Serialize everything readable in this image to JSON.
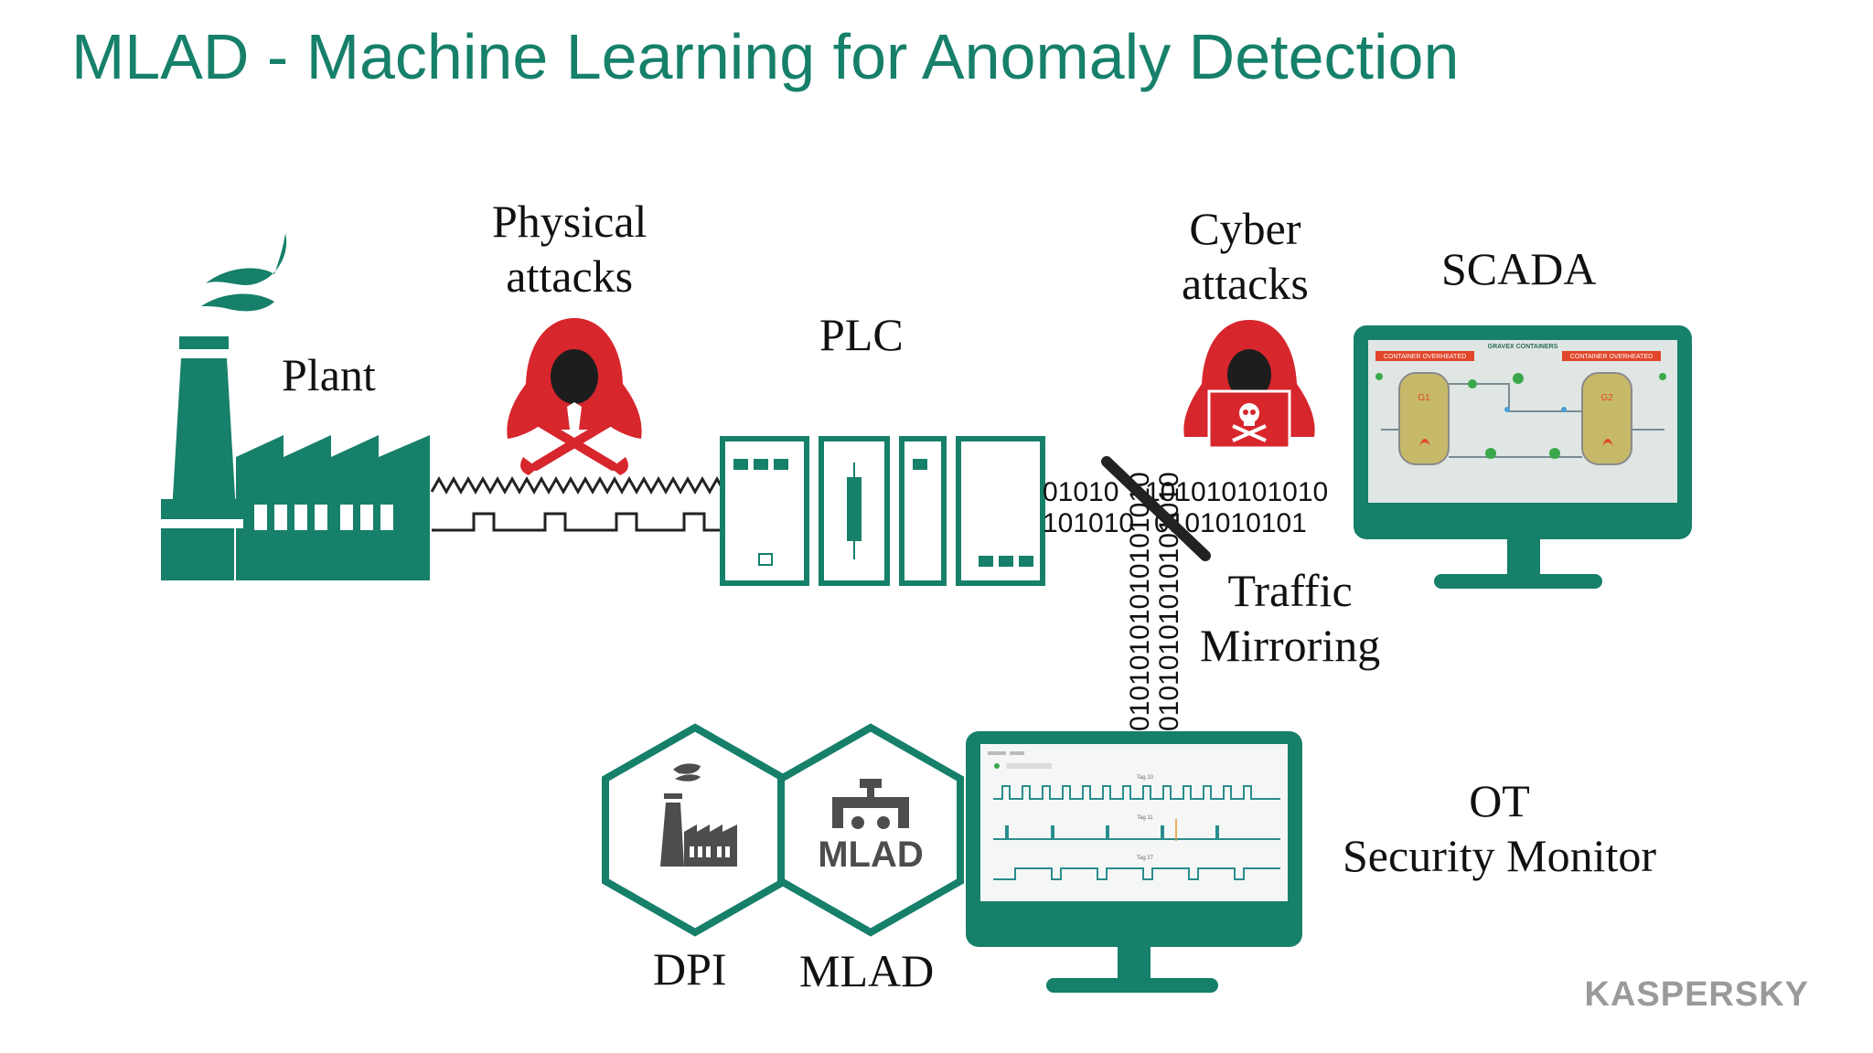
{
  "title": "MLAD - Machine Learning for Anomaly Detection",
  "labels": {
    "plant": "Plant",
    "physical_attacks": [
      "Physical",
      "attacks"
    ],
    "plc": "PLC",
    "cyber_attacks": [
      "Cyber",
      "attacks"
    ],
    "scada": "SCADA",
    "traffic_mirroring": [
      "Traffic",
      "Mirroring"
    ],
    "ot_security_monitor": [
      "OT",
      "Security Monitor"
    ],
    "dpi": "DPI",
    "mlad": "MLAD"
  },
  "binary": {
    "top_left": "01010",
    "top_right": "101010101010",
    "bottom_left": "101010",
    "bottom_right": "0101010101",
    "vertical_a": "01010101010101010",
    "vertical_b": "01010101010101010"
  },
  "scada_screen": {
    "header": "GRAVEX CONTAINERS",
    "alert_left": "CONTAINER OVERHEATED",
    "alert_right": "CONTAINER OVERHEATED",
    "tank_left": "G1",
    "tank_right": "G2"
  },
  "monitor_screen": {
    "tags": [
      "Tag 10",
      "Tag 11",
      "Tag 27"
    ]
  },
  "mlad_badge": "MLAD",
  "logo": "KASPERSKY",
  "colors": {
    "brand_green": "#16806a",
    "attacker_red": "#d7262c",
    "title_green": "#16806a"
  }
}
